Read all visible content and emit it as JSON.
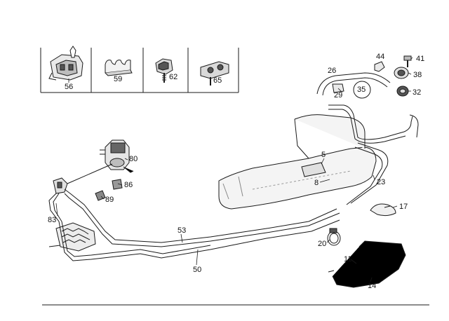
{
  "callouts": {
    "p56": "56",
    "p59": "59",
    "p62": "62",
    "p65": "65",
    "p44": "44",
    "p41": "41",
    "p38": "38",
    "p26": "26",
    "p35": "35",
    "p29": "29",
    "p32": "32",
    "p80": "80",
    "p86": "86",
    "p89": "89",
    "p5": "5",
    "p8": "8",
    "p23": "23",
    "p17": "17",
    "p83": "83",
    "p53": "53",
    "p50": "50",
    "p20": "20",
    "p11": "11",
    "p14": "14"
  },
  "colors": {
    "line": "#1a1a1a",
    "part_fill": "#e9e9e9",
    "part_dark": "#555555",
    "background": "#ffffff"
  },
  "icons": [
    "clip-icon",
    "bracket-icon",
    "clamp-icon",
    "screw-icon",
    "fuel-pump-icon",
    "valve-icon",
    "filter-icon"
  ]
}
